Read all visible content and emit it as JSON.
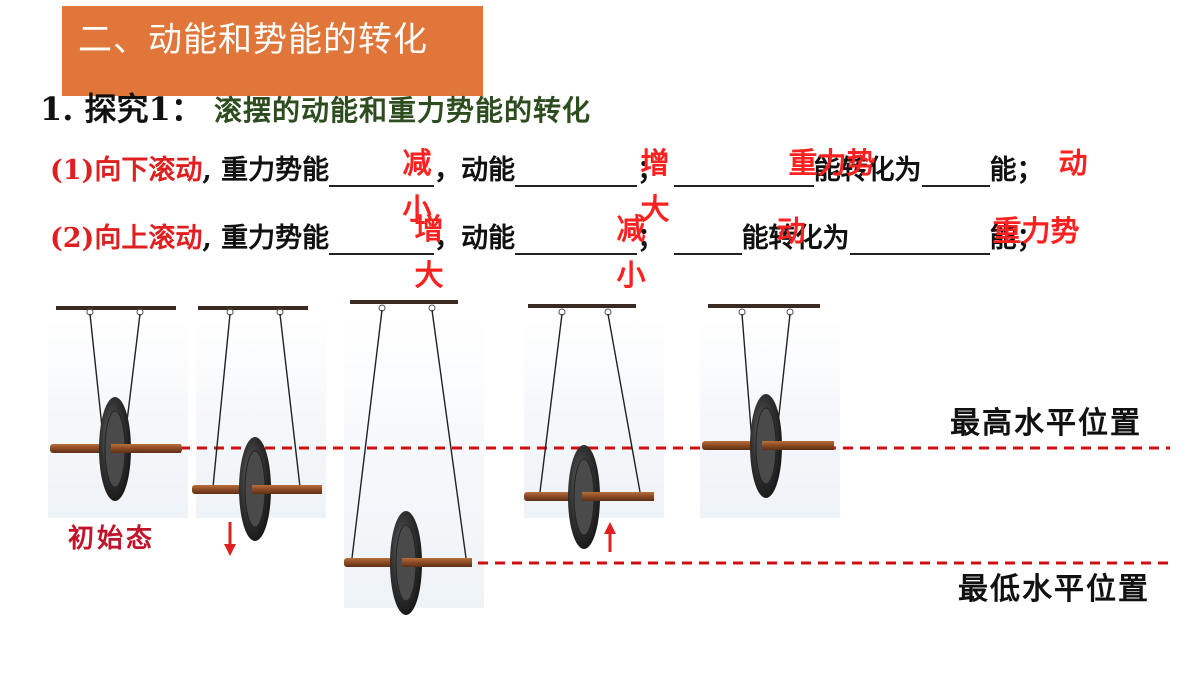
{
  "title": "二、动能和势能的转化",
  "heading": {
    "num": "1.",
    "label": "探究1：",
    "subtitle": "滚摆的动能和重力势能的转化"
  },
  "line1": {
    "prefix": "(1)向下滚动",
    "comma": ",",
    "t1": "重力势能",
    "t2": "，动能",
    "t3": "；",
    "t4": "能转化为",
    "t5": "能；",
    "a1": "减小",
    "a2": "增大",
    "a3": "重力势",
    "a4": "动"
  },
  "line2": {
    "prefix": "(2)向上滚动",
    "comma": ",",
    "t1": "重力势能",
    "t2": "，动能",
    "t3": "；",
    "t4": "能转化为",
    "t5": "能；",
    "a1": "增大",
    "a2": "减小",
    "a3": "动",
    "a4": "重力势"
  },
  "labels": {
    "highest": "最高水平位置",
    "lowest": "最低水平位置",
    "initial": "初始态"
  },
  "colors": {
    "title_bg": "#e0763a",
    "answer": "#ff2020",
    "dashed_line": "#d01010",
    "axle": "#8b4a24",
    "wheel": "#2b2b2b"
  }
}
